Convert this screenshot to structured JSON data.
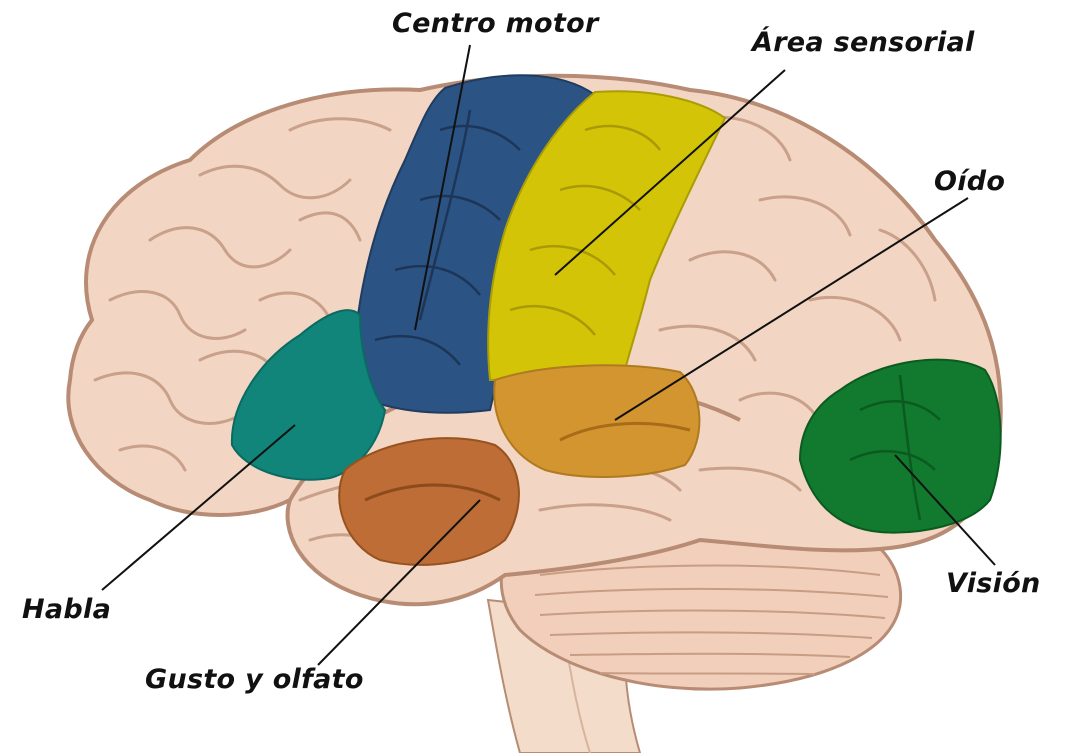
{
  "labels": {
    "centro_motor": "Centro motor",
    "area_sensorial": "Área sensorial",
    "oido": "Oído",
    "habla": "Habla",
    "vision": "Visión",
    "gusto_olfato": "Gusto y olfato"
  },
  "colors": {
    "brain_tissue": "#f1d2bf",
    "brain_outline": "#b88c74",
    "gyri_line": "#c9a08a",
    "motor": "#2b5485",
    "sensory": "#d3c408",
    "hearing": "#d2952f",
    "speech": "#11857a",
    "vision": "#127a2e",
    "taste_smell": "#bd6d35",
    "leader_line": "#111111"
  }
}
